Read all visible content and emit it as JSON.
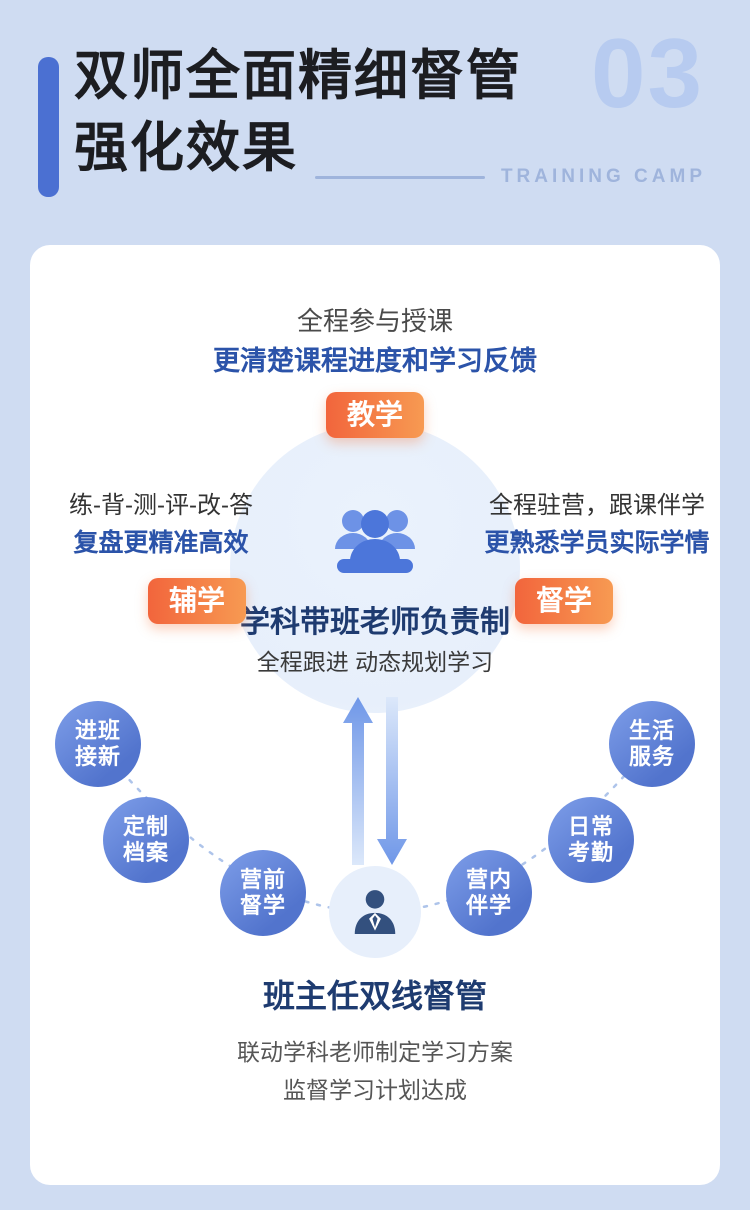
{
  "header": {
    "title_line1": "双师全面精细督管",
    "title_line2": "强化效果",
    "badge_number": "03",
    "badge_label": "TRAINING CAMP"
  },
  "subject_teacher": {
    "top_caption": "全程参与授课",
    "top_highlight": "更清楚课程进度和学习反馈",
    "teach_badge": "教学",
    "left_caption": "练-背-测-评-改-答",
    "left_highlight": "复盘更精准高效",
    "assist_badge": "辅学",
    "right_caption": "全程驻营，跟课伴学",
    "right_highlight": "更熟悉学员实际学情",
    "supervise_badge": "督学",
    "center_title": "学科带班老师负责制",
    "center_subtitle": "全程跟进 动态规划学习"
  },
  "head_teacher": {
    "duty_nodes": [
      {
        "line1": "进班",
        "line2": "接新"
      },
      {
        "line1": "定制",
        "line2": "档案"
      },
      {
        "line1": "营前",
        "line2": "督学"
      },
      {
        "line1": "营内",
        "line2": "伴学"
      },
      {
        "line1": "日常",
        "line2": "考勤"
      },
      {
        "line1": "生活",
        "line2": "服务"
      }
    ],
    "title": "班主任双线督管",
    "desc_line1": "联动学科老师制定学习方案",
    "desc_line2": "监督学习计划达成"
  },
  "colors": {
    "background": "#cfdcf2",
    "accent_blue": "#4b70d2",
    "badge_orange_start": "#f2653c",
    "badge_orange_end": "#f79a52",
    "node_blue": "#5b7ed2",
    "navy_text": "#1e3b70",
    "highlight_blue": "#2b53a9",
    "light_number_blue": "#b7cbf0"
  }
}
